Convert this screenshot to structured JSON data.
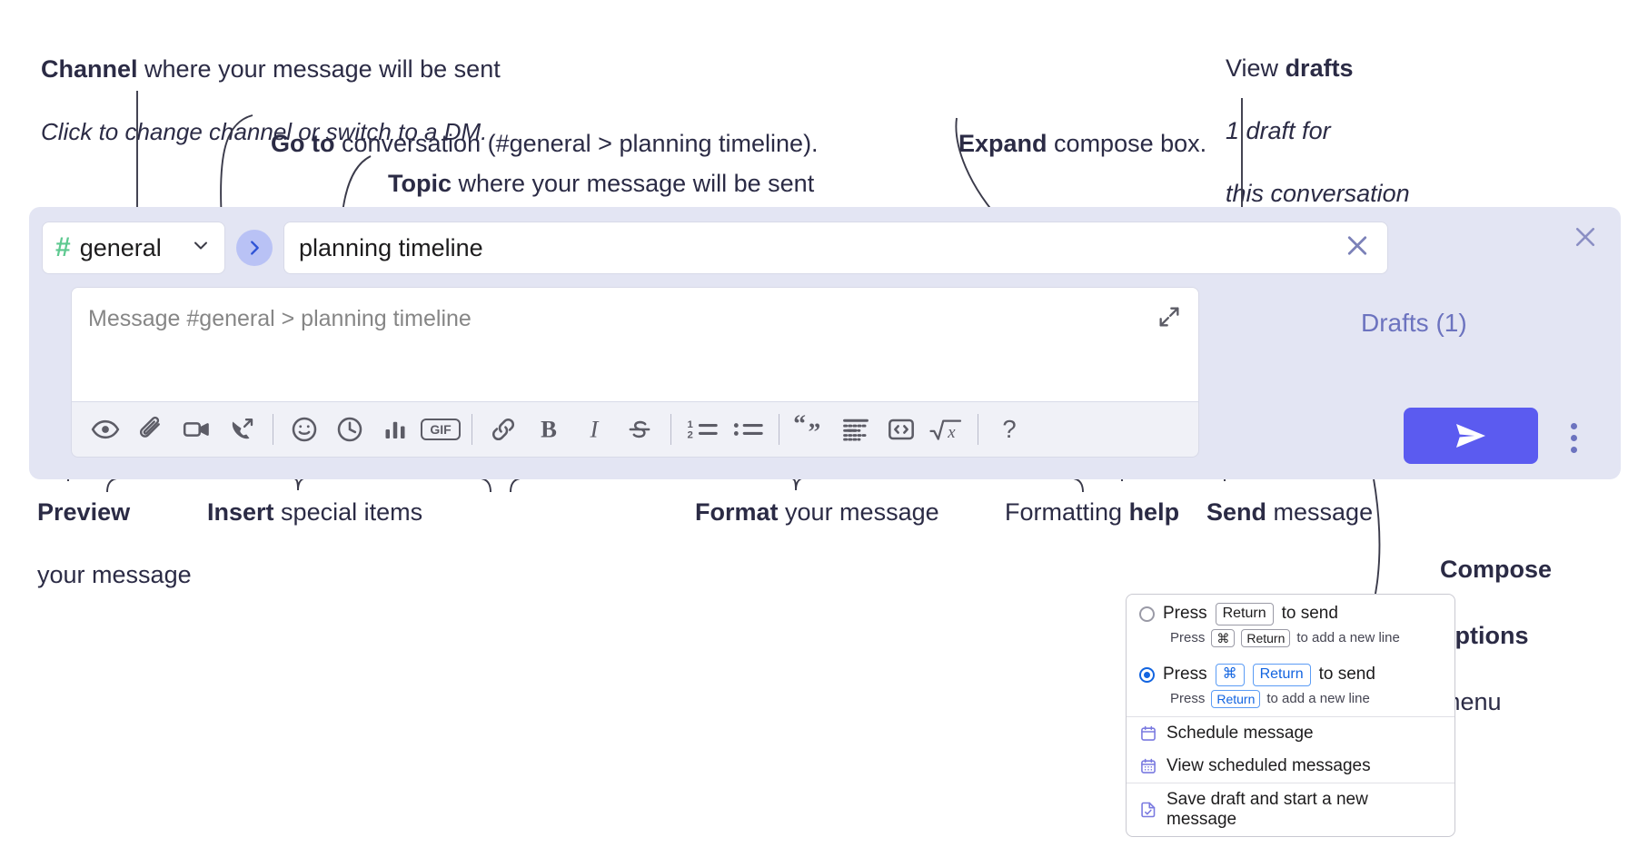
{
  "annotations": {
    "channel": {
      "bold": "Channel",
      "rest": " where your message will be sent",
      "italic": "Click to change channel or switch to a DM."
    },
    "goto": {
      "bold": "Go to",
      "rest": " conversation (#general > planning timeline)."
    },
    "topic": {
      "bold": "Topic",
      "rest": " where your message will be sent"
    },
    "expand": {
      "bold": "Expand",
      "rest": " compose box."
    },
    "drafts": {
      "lead": "View ",
      "bold": "drafts",
      "italic1": "1 draft for",
      "italic2": "this conversation"
    },
    "preview": {
      "bold": "Preview",
      "line2": "your message"
    },
    "insert": {
      "bold": "Insert",
      "rest": " special items"
    },
    "format": {
      "bold": "Format",
      "rest": " your message"
    },
    "help": {
      "lead": "Formatting ",
      "bold": "help"
    },
    "send": {
      "bold": "Send",
      "rest": " message"
    },
    "compose_options": {
      "line1": "Compose",
      "line2": "options",
      "line3": "menu"
    }
  },
  "compose": {
    "channel_name": "general",
    "channel_hash": "#",
    "topic_value": "planning timeline",
    "message_placeholder": "Message #general > planning timeline",
    "drafts_label": "Drafts (1)",
    "close_icon": "close-icon",
    "goto_icon": "chevron-right-icon",
    "expand_icon": "expand-icon",
    "send_icon": "paper-plane-icon",
    "accent_send": "#5b5bf0",
    "accent_panel": "#e3e5f3",
    "accent_hash": "#5ec990",
    "accent_drafts": "#6c73bf"
  },
  "toolbar": {
    "items": [
      {
        "name": "preview-icon",
        "title": "Preview"
      },
      {
        "name": "attachment-icon",
        "title": "Attach file"
      },
      {
        "name": "video-icon",
        "title": "Record video clip"
      },
      {
        "name": "audio-call-icon",
        "title": "Record audio clip"
      },
      {
        "name": "separator",
        "title": ""
      },
      {
        "name": "emoji-icon",
        "title": "Emoji"
      },
      {
        "name": "clock-icon",
        "title": "Reminder"
      },
      {
        "name": "poll-icon",
        "title": "Poll"
      },
      {
        "name": "gif-icon",
        "title": "GIF",
        "label": "GIF"
      },
      {
        "name": "separator",
        "title": ""
      },
      {
        "name": "link-icon",
        "title": "Link"
      },
      {
        "name": "bold-icon",
        "title": "Bold",
        "label": "B"
      },
      {
        "name": "italic-icon",
        "title": "Italic",
        "label": "I"
      },
      {
        "name": "strikethrough-icon",
        "title": "Strikethrough"
      },
      {
        "name": "separator",
        "title": ""
      },
      {
        "name": "ordered-list-icon",
        "title": "Ordered list"
      },
      {
        "name": "bulleted-list-icon",
        "title": "Bulleted list"
      },
      {
        "name": "separator",
        "title": ""
      },
      {
        "name": "blockquote-icon",
        "title": "Blockquote"
      },
      {
        "name": "code-block-icon",
        "title": "Code block"
      },
      {
        "name": "inline-code-icon",
        "title": "Code"
      },
      {
        "name": "math-icon",
        "title": "Math"
      },
      {
        "name": "separator",
        "title": ""
      },
      {
        "name": "help-icon",
        "title": "Formatting help",
        "label": "?"
      }
    ]
  },
  "menu": {
    "options": [
      {
        "selected": false,
        "press": "Press",
        "keys": [
          "Return"
        ],
        "action": "to send",
        "sub_press": "Press",
        "sub_keys": [
          "⌘",
          "Return"
        ],
        "sub_action": "to add a new line"
      },
      {
        "selected": true,
        "press": "Press",
        "keys": [
          "⌘",
          "Return"
        ],
        "action": "to send",
        "sub_press": "Press",
        "sub_keys": [
          "Return"
        ],
        "sub_action": "to add a new line"
      }
    ],
    "items": [
      {
        "icon": "calendar-schedule-icon",
        "label": "Schedule message"
      },
      {
        "icon": "calendar-view-icon",
        "label": "View scheduled messages"
      },
      {
        "icon": "save-draft-icon",
        "label": "Save draft and start a new message"
      }
    ]
  }
}
